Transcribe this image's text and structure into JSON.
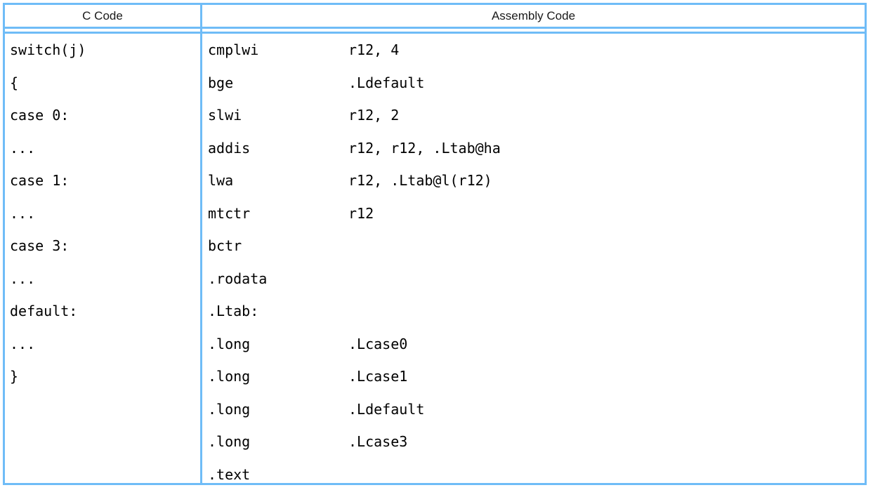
{
  "table": {
    "headers": {
      "c_code": "C Code",
      "assembly_code": "Assembly Code"
    },
    "border_color": "#6fbcf7",
    "c_code_lines": [
      "switch(j)",
      "{",
      "case 0:",
      "...",
      "case 1:",
      "...",
      "case 3:",
      "...",
      "default:",
      "...",
      "}"
    ],
    "assembly_lines": [
      {
        "mnemonic": "cmplwi",
        "operand": "r12, 4"
      },
      {
        "mnemonic": "bge",
        "operand": ".Ldefault"
      },
      {
        "mnemonic": "slwi",
        "operand": "r12, 2"
      },
      {
        "mnemonic": "addis",
        "operand": "r12, r12, .Ltab@ha"
      },
      {
        "mnemonic": "lwa",
        "operand": "r12, .Ltab@l(r12)"
      },
      {
        "mnemonic": "mtctr",
        "operand": "r12"
      },
      {
        "mnemonic": "bctr",
        "operand": ""
      },
      {
        "mnemonic": ".rodata",
        "operand": ""
      },
      {
        "mnemonic": ".Ltab:",
        "operand": ""
      },
      {
        "mnemonic": ".long",
        "operand": ".Lcase0"
      },
      {
        "mnemonic": ".long",
        "operand": ".Lcase1"
      },
      {
        "mnemonic": ".long",
        "operand": ".Ldefault"
      },
      {
        "mnemonic": ".long",
        "operand": ".Lcase3"
      },
      {
        "mnemonic": ".text",
        "operand": ""
      }
    ]
  }
}
